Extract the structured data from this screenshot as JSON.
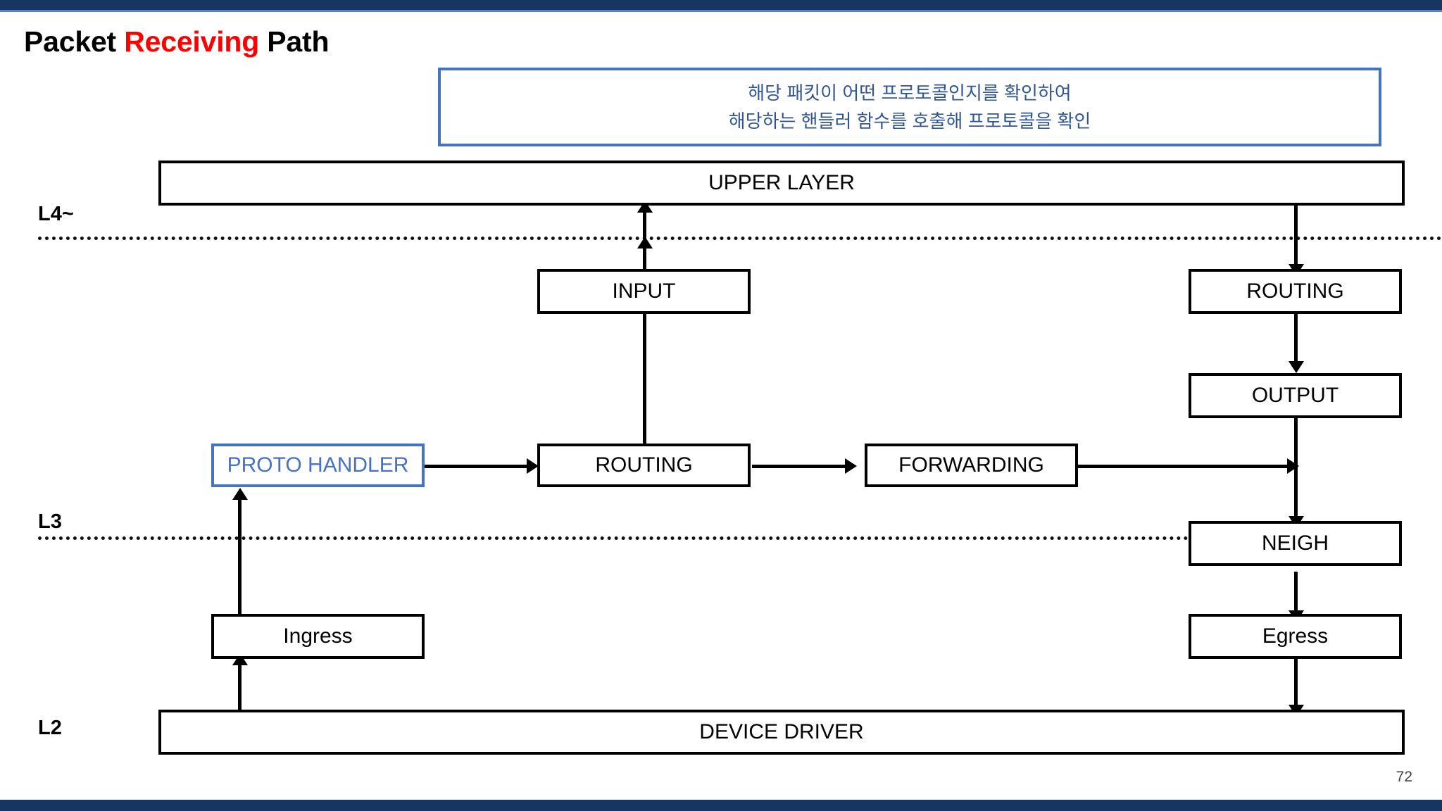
{
  "slide": {
    "title_part1": "Packet ",
    "title_highlight": "Receiving",
    "title_part2": " Path",
    "page_number": "72",
    "accent_blue": "#4472C4",
    "callout_text_color": "#2F5597",
    "highlight_red": "#FF0000",
    "bar_navy": "#163560"
  },
  "callout": {
    "line1": "해당 패킷이 어떤 프로토콜인지를 확인하여",
    "line2": "해당하는 핸들러 함수를 호출해 프로토콜을 확인"
  },
  "layers": [
    {
      "label": "L4~"
    },
    {
      "label": "L3"
    },
    {
      "label": "L2"
    }
  ],
  "diagram": {
    "type": "flow-diagram",
    "boxes": [
      {
        "id": "upper-layer",
        "label": "UPPER LAYER",
        "style": "black"
      },
      {
        "id": "input",
        "label": "INPUT",
        "style": "black"
      },
      {
        "id": "routing-right",
        "label": "ROUTING",
        "style": "black"
      },
      {
        "id": "output",
        "label": "OUTPUT",
        "style": "black"
      },
      {
        "id": "proto-handler",
        "label": "PROTO HANDLER",
        "style": "blue"
      },
      {
        "id": "routing-mid",
        "label": "ROUTING",
        "style": "black"
      },
      {
        "id": "forwarding",
        "label": "FORWARDING",
        "style": "black"
      },
      {
        "id": "neigh",
        "label": "NEIGH",
        "style": "black"
      },
      {
        "id": "ingress",
        "label": "Ingress",
        "style": "black"
      },
      {
        "id": "egress",
        "label": "Egress",
        "style": "black"
      },
      {
        "id": "device-driver",
        "label": "DEVICE DRIVER",
        "style": "black"
      }
    ],
    "edges": [
      {
        "from": "device-driver",
        "to": "ingress",
        "dir": "up"
      },
      {
        "from": "ingress",
        "to": "proto-handler",
        "dir": "up"
      },
      {
        "from": "proto-handler",
        "to": "routing-mid",
        "dir": "right"
      },
      {
        "from": "routing-mid",
        "to": "input",
        "dir": "up"
      },
      {
        "from": "input",
        "to": "upper-layer",
        "dir": "up"
      },
      {
        "from": "routing-mid",
        "to": "forwarding",
        "dir": "right"
      },
      {
        "from": "forwarding",
        "to": "neigh",
        "dir": "right-down"
      },
      {
        "from": "upper-layer",
        "to": "routing-right",
        "dir": "down"
      },
      {
        "from": "routing-right",
        "to": "output",
        "dir": "down"
      },
      {
        "from": "output",
        "to": "neigh",
        "dir": "down"
      },
      {
        "from": "neigh",
        "to": "egress",
        "dir": "down"
      },
      {
        "from": "egress",
        "to": "device-driver",
        "dir": "down"
      }
    ]
  }
}
